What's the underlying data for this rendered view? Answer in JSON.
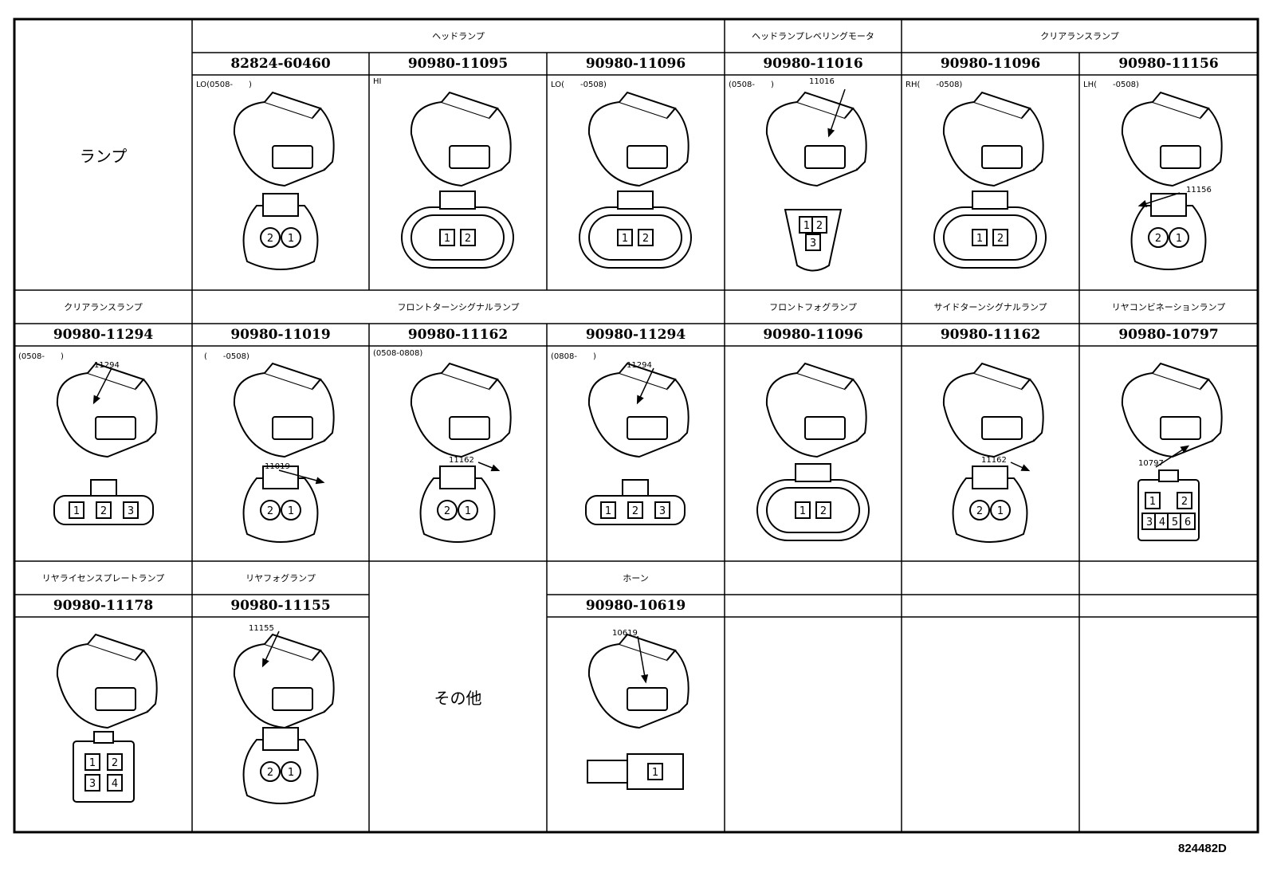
{
  "row_label": "ランプ",
  "other_label": "その他",
  "doc_code": "824482D",
  "row1": {
    "headers": [
      "ヘッドランプ",
      "ヘッドランプレベリングモータ",
      "クリアランスランプ"
    ],
    "parts": [
      "82824-60460",
      "90980-11095",
      "90980-11096",
      "90980-11016",
      "90980-11096",
      "90980-11156"
    ],
    "notes": [
      "LO(0508-　　)",
      "HI",
      "LO(　　-0508)",
      "(0508-　　)",
      "RH(　　-0508)",
      "LH(　　-0508)"
    ],
    "callouts": [
      "",
      "",
      "",
      "11016",
      "",
      "11156"
    ],
    "pins": [
      [
        "2",
        "1"
      ],
      [
        "1",
        "2"
      ],
      [
        "1",
        "2"
      ],
      [
        "1",
        "2",
        "3"
      ],
      [
        "1",
        "2"
      ],
      [
        "2",
        "1"
      ]
    ]
  },
  "row2": {
    "headers": [
      "クリアランスランプ",
      "フロントターンシグナルランプ",
      "フロントフォグランプ",
      "サイドターンシグナルランプ",
      "リヤコンビネーションランプ"
    ],
    "parts": [
      "90980-11294",
      "90980-11019",
      "90980-11162",
      "90980-11294",
      "90980-11096",
      "90980-11162",
      "90980-10797"
    ],
    "notes": [
      "(0508-　　)",
      "(　　-0508)",
      "(0508-0808)",
      "(0808-　　)",
      "",
      "",
      ""
    ],
    "callouts": [
      "11294",
      "11019",
      "11162",
      "11294",
      "",
      "11162",
      "10797"
    ],
    "pins": [
      [
        "1",
        "2",
        "3"
      ],
      [
        "2",
        "1"
      ],
      [
        "2",
        "1"
      ],
      [
        "1",
        "2",
        "3"
      ],
      [
        "1",
        "2"
      ],
      [
        "2",
        "1"
      ],
      [
        "1",
        "2",
        "3",
        "4",
        "5",
        "6"
      ]
    ]
  },
  "row3": {
    "headers": [
      "リヤライセンスプレートランプ",
      "リヤフォグランプ",
      "ホーン"
    ],
    "parts": [
      "90980-11178",
      "90980-11155",
      "90980-10619"
    ],
    "callouts": [
      "",
      "11155",
      "10619"
    ],
    "pins": [
      [
        "1",
        "2",
        "3",
        "4"
      ],
      [
        "2",
        "1"
      ],
      [
        "1"
      ]
    ]
  }
}
